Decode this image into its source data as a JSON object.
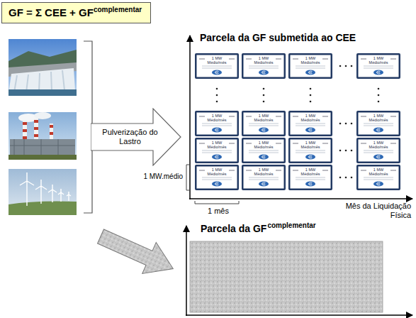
{
  "diagram": {
    "nodes": [
      {
        "text": [
          "GF = Σ CEE + GF",
          "complementar"
        ]
      },
      {
        "text": [
          "Pulverização do Lastro"
        ]
      },
      {
        "text": [
          "1 MW Médio/mês"
        ]
      },
      {
        "text": [
          "1 MW Médio/mês"
        ]
      },
      {
        "text": [
          "1 MW Médio/mês"
        ]
      },
      {
        "text": [
          "1 MW Médio/mês"
        ]
      },
      {
        "text": [
          "1 MW Médio/mês"
        ]
      },
      {
        "text": [
          "1 MW Médio/mês"
        ]
      },
      {
        "text": [
          "1 MW Médio/mês"
        ]
      },
      {
        "text": [
          "1 MW Médio/mês"
        ]
      },
      {
        "text": [
          "1 MW Médio/mês"
        ]
      },
      {
        "text": [
          "1 MW Médio/mês"
        ]
      },
      {
        "text": [
          "1 MW Médio/mês"
        ]
      },
      {
        "text": [
          "1 MW Médio/mês"
        ]
      },
      {
        "text": [
          "1 MW Médio/mês"
        ]
      },
      {
        "text": [
          "1 MW Médio/mês"
        ]
      },
      {
        "text": [
          "1 MW Médio/mês"
        ]
      },
      {
        "text": [
          "1 MW Médio/mês"
        ]
      }
    ],
    "labels": [
      "Parcela da GF submetida ao CEE",
      "1 MW.médio",
      "1 mês",
      "Mês da Liquidação Física",
      "Parcela da GF",
      "complementar"
    ]
  }
}
